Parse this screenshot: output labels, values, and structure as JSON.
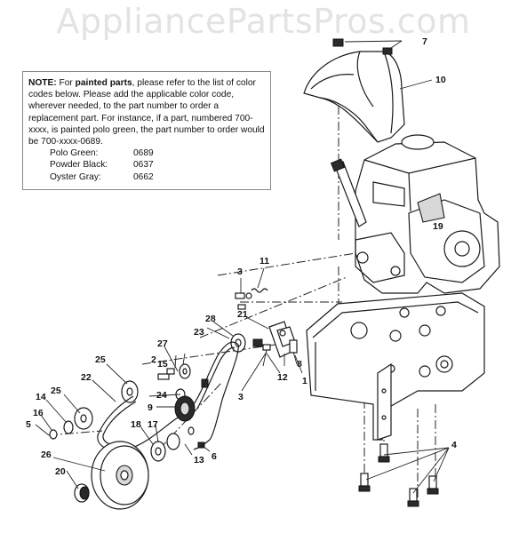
{
  "watermark": "AppliancePartsPros.com",
  "note": {
    "label": "NOTE:",
    "text_1": " For ",
    "bold": "painted parts",
    "text_2": ", please refer to the list of color codes below. Please add the applicable color code, wherever needed, to the part number to order a replacement part. For instance, if a part, numbered 700-xxxx, is painted polo green, the part number to order would be 700-xxxx-0689.",
    "codes": [
      {
        "name": "Polo Green:",
        "code": "0689"
      },
      {
        "name": "Powder Black:",
        "code": "0637"
      },
      {
        "name": "Oyster Gray:",
        "code": "0662"
      }
    ]
  },
  "callouts": {
    "c1": "1",
    "c2": "2",
    "c3a": "3",
    "c3b": "3",
    "c4": "4",
    "c5": "5",
    "c6": "6",
    "c7": "7",
    "c8": "8",
    "c9": "9",
    "c10": "10",
    "c11": "11",
    "c12": "12",
    "c13": "13",
    "c14": "14",
    "c15": "15",
    "c16": "16",
    "c17": "17",
    "c18": "18",
    "c19": "19",
    "c20": "20",
    "c21": "21",
    "c22": "22",
    "c23": "23",
    "c24": "24",
    "c25a": "25",
    "c25b": "25",
    "c26": "26",
    "c27": "27",
    "c28": "28"
  }
}
